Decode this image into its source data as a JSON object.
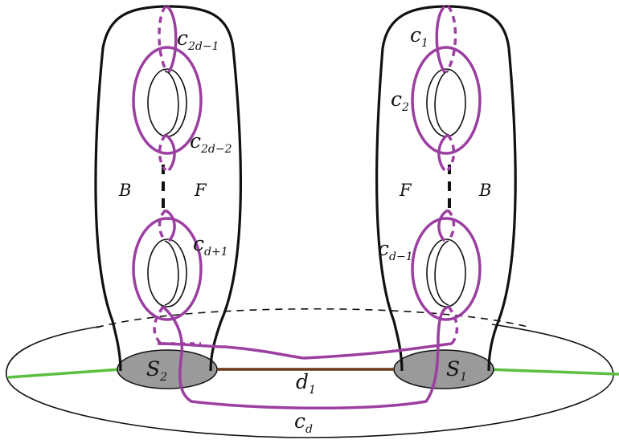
{
  "labels": {
    "c_2d_minus_1": {
      "base": "c",
      "sub": "2d−1"
    },
    "c_2d_minus_2": {
      "base": "c",
      "sub": "2d−2"
    },
    "c_d_plus_1": {
      "base": "c",
      "sub": "d+1"
    },
    "c_1": {
      "base": "c",
      "sub": "1"
    },
    "c_2": {
      "base": "c",
      "sub": "2"
    },
    "c_d_minus_1": {
      "base": "c",
      "sub": "d−1"
    },
    "c_d": {
      "base": "c",
      "sub": "d"
    },
    "d_1": {
      "base": "d",
      "sub": "1"
    },
    "S_2": {
      "base": "S",
      "sub": "2"
    },
    "S_1": {
      "base": "S",
      "sub": "1"
    },
    "left_B": "B",
    "left_F": "F",
    "right_F": "F",
    "right_B": "B"
  },
  "colors": {
    "curve_purple": "#9b3fa0",
    "outline_black": "#111111",
    "disk_gray": "#9a9a9a",
    "arc_green": "#5cbf3f",
    "arc_brown": "#6b3a1b"
  }
}
